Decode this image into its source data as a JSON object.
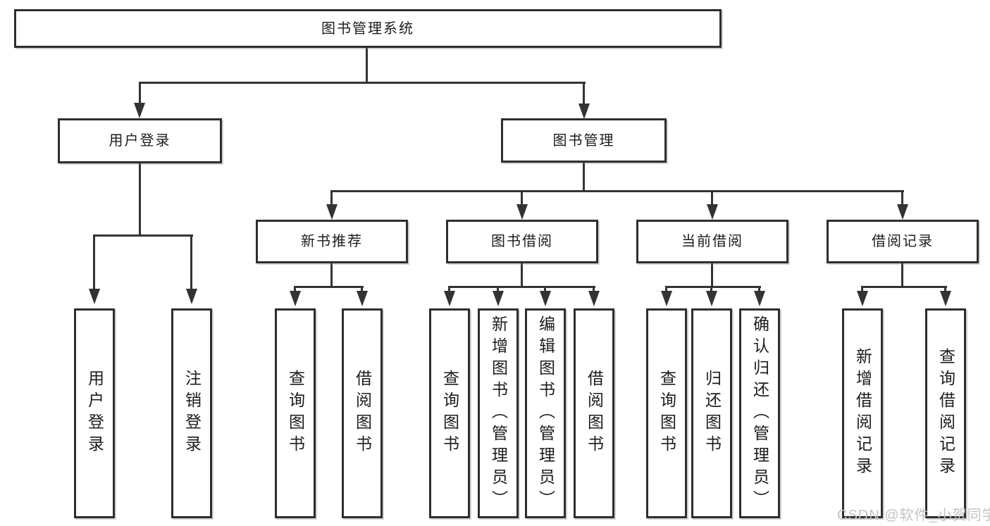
{
  "tree": {
    "label": "图书管理系统",
    "children": [
      {
        "label": "用户登录",
        "children": [
          {
            "label": "用户登录"
          },
          {
            "label": "注销登录"
          }
        ]
      },
      {
        "label": "图书管理",
        "children": [
          {
            "label": "新书推荐",
            "children": [
              {
                "label": "查询图书"
              },
              {
                "label": "借阅图书"
              }
            ]
          },
          {
            "label": "图书借阅",
            "children": [
              {
                "label": "查询图书"
              },
              {
                "label": "新增图书（管理员）"
              },
              {
                "label": "编辑图书（管理员）"
              },
              {
                "label": "借阅图书"
              }
            ]
          },
          {
            "label": "当前借阅",
            "children": [
              {
                "label": "查询图书"
              },
              {
                "label": "归还图书"
              },
              {
                "label": "确认归还（管理员）"
              }
            ]
          },
          {
            "label": "借阅记录",
            "children": [
              {
                "label": "新增借阅记录"
              },
              {
                "label": "查询借阅记录"
              }
            ]
          }
        ]
      }
    ]
  },
  "watermark": {
    "text": "CSDN @软件_小贺同学"
  },
  "colors": {
    "line": "#333333",
    "box_border": "#2e2e2e",
    "text": "#1c1c1c",
    "watermark": "#c3c3c3",
    "background": "#ffffff"
  }
}
